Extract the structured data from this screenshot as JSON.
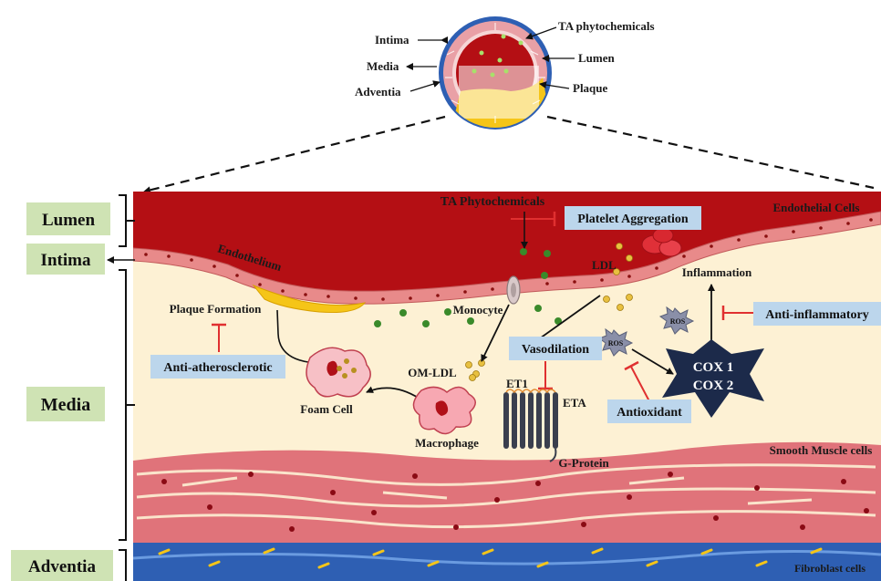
{
  "inset": {
    "intima": "Intima",
    "media": "Media",
    "adventia": "Adventia",
    "ta_phytochemicals": "TA phytochemicals",
    "lumen": "Lumen",
    "plaque": "Plaque"
  },
  "side_labels": {
    "lumen": "Lumen",
    "intima": "Intima",
    "media": "Media",
    "adventia": "Adventia"
  },
  "main": {
    "ta_phytochemicals": "TA Phytochemicals",
    "platelet_aggregation": "Platelet Aggregation",
    "endothelial_cells": "Endothelial Cells",
    "endothelium": "Endothelium",
    "ldl": "LDL",
    "inflammation": "Inflammation",
    "plaque_formation": "Plaque Formation",
    "monocyte": "Monocyte",
    "anti_inflammatory": "Anti-inflammatory",
    "ros_1": "ROS",
    "ros_2": "ROS",
    "vasodilation": "Vasodilation",
    "anti_atherosclerotic": "Anti-atherosclerotic",
    "om_ldl": "OM-LDL",
    "et1": "ET1",
    "eta": "ETA",
    "cox1": "COX 1",
    "cox2": "COX 2",
    "foam_cell": "Foam Cell",
    "macrophage": "Macrophage",
    "antioxidant": "Antioxidant",
    "g_protein": "G-Protein",
    "smooth_muscle": "Smooth Muscle cells",
    "fibroblast": "Fibroblast cells"
  },
  "colors": {
    "lumen": "#b40f14",
    "media_bg": "#fdf1d4",
    "endothelium": "#e88a8a",
    "smooth_muscle": "#e0737a",
    "adventia": "#2e5fb3",
    "box_blue": "#bcd6ec",
    "box_green": "#cfe3b4",
    "inhibit": "#e03030",
    "plaque": "#f5c518",
    "cox": "#1c2a4a",
    "phyto_dot": "#3a8a2a",
    "ldl_dot": "#e8c040"
  }
}
